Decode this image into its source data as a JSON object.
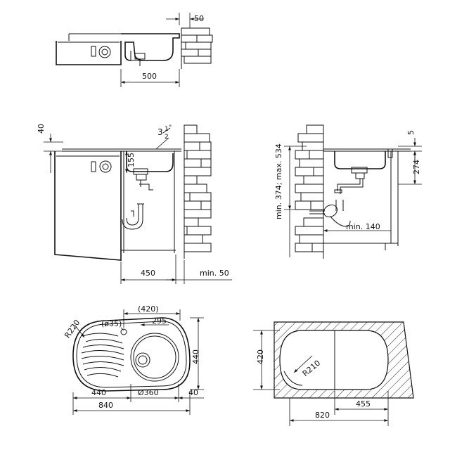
{
  "views": {
    "top_section": {
      "dim_wall_gap": "50",
      "dim_width": "500"
    },
    "side_section": {
      "dim_rim": "40",
      "dim_outlet": "3 1/2\"",
      "dim_outlet_whole": "3",
      "dim_outlet_frac_top": "1",
      "dim_outlet_frac_bottom": "2",
      "dim_155": "155",
      "dim_450": "450",
      "dim_min50": "min. 50"
    },
    "front_section": {
      "dim_5": "5",
      "dim_274": "274",
      "dim_vertical": "min. 374; max. 534",
      "dim_min140": "min. 140"
    },
    "plan_view": {
      "dim_r220": "R220",
      "dim_hole": "(ø35)",
      "dim_420_paren": "(420)",
      "dim_295": "295",
      "dim_440_right": "440",
      "dim_440_bottom": "440",
      "dim_bowl": "Ø360",
      "dim_40": "40",
      "dim_840": "840"
    },
    "cutout_view": {
      "dim_420": "420",
      "dim_r210": "R210",
      "dim_455": "455",
      "dim_820": "820"
    }
  }
}
